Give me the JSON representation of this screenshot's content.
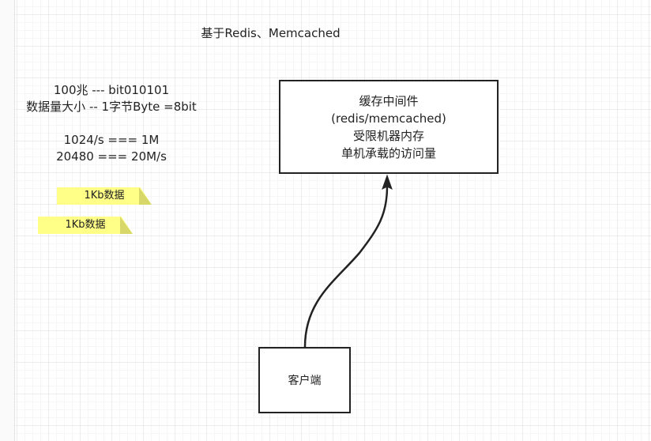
{
  "diagram": {
    "title": "基于Redis、Memcached",
    "notes": [
      "100兆 --- bit010101",
      "数据量大小 -- 1字节Byte =8bit",
      "",
      "1024/s === 1M",
      "20480 === 20M/s"
    ],
    "stickies": [
      "1Kb数据",
      "1Kb数据"
    ],
    "cache_box": {
      "lines": [
        "缓存中间件",
        "(redis/memcached)",
        "受限机器内存",
        "单机承载的访问量"
      ]
    },
    "client_box": {
      "label": "客户端"
    },
    "colors": {
      "sticky": "#ffff88",
      "stroke": "#222222",
      "grid": "#ececec"
    }
  }
}
